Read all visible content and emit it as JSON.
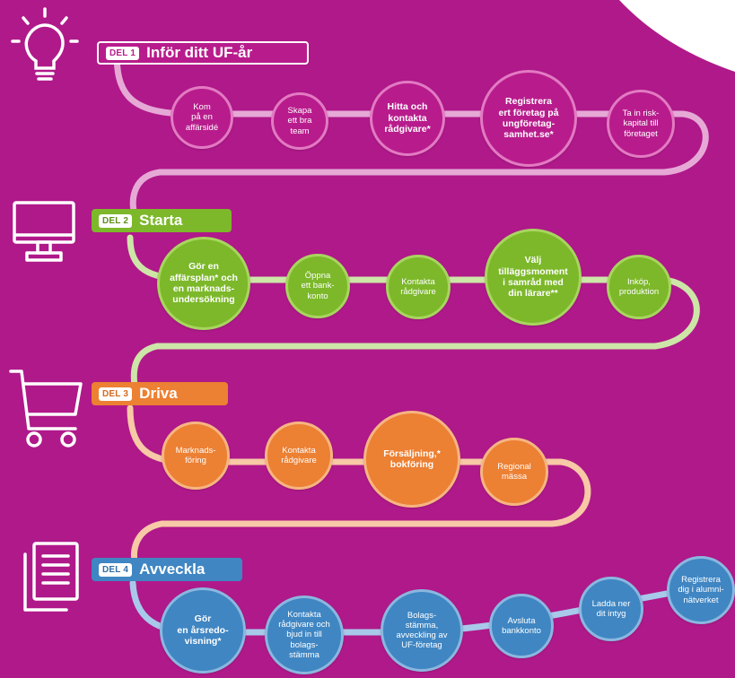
{
  "colors": {
    "background": "#b0198a",
    "section1": "#b81c8c",
    "section2": "#7cb829",
    "section3": "#ec8033",
    "section4": "#3f86c3"
  },
  "icons": [
    "lightbulb-icon",
    "computer-monitor-icon",
    "shopping-cart-icon",
    "documents-icon"
  ],
  "sections": [
    {
      "number": "DEL 1",
      "title": "Inför ditt UF-år",
      "steps": [
        "Kom\npå en\naffärsidé",
        "Skapa\nett bra\nteam",
        "Hitta och\nkontakta\nrådgivare*",
        "Registrera\nert företag på\nungföretag-\nsamhet.se*",
        "Ta in risk-\nkapital till\nföretaget"
      ]
    },
    {
      "number": "DEL 2",
      "title": "Starta",
      "steps": [
        "Gör en\naffärsplan* och\nen marknads-\nundersökning",
        "Öppna\nett bank-\nkonto",
        "Kontakta\nrådgivare",
        "Välj\ntilläggsmoment\ni samråd med\ndin lärare**",
        "Inköp,\nproduktion"
      ]
    },
    {
      "number": "DEL 3",
      "title": "Driva",
      "steps": [
        "Marknads-\nföring",
        "Kontakta\nrådgivare",
        "Försäljning,*\nbokföring",
        "Regional\nmässa"
      ]
    },
    {
      "number": "DEL 4",
      "title": "Avveckla",
      "steps": [
        "Gör\nen årsredo-\nvisning*",
        "Kontakta\nrådgivare och\nbjud in till\nbolags-\nstämma",
        "Bolags-\nstämma,\navveckling av\nUF-företag",
        "Avsluta\nbankkonto",
        "Ladda ner\ndit intyg",
        "Registrera\ndig i alumni-\nnätverket"
      ]
    }
  ]
}
